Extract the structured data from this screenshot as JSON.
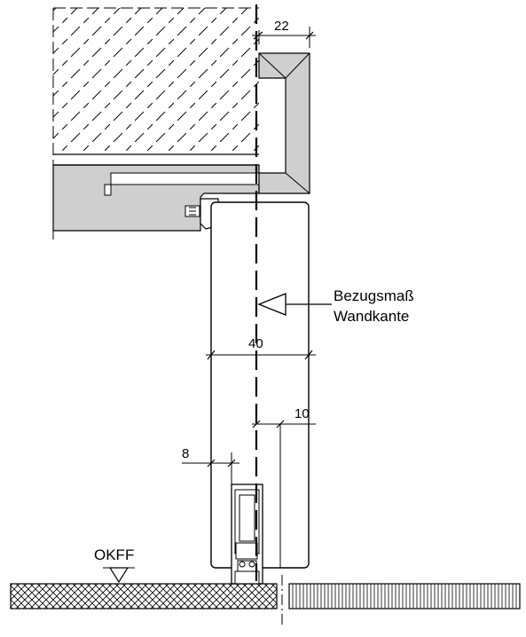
{
  "dimensions": {
    "top_offset": "22",
    "door_thickness": "40",
    "rail_offset": "10",
    "bottom_offset": "8"
  },
  "reference": {
    "line1": "Bezugsmaß",
    "line2": "Wandkante"
  },
  "floor": {
    "label": "OKFF"
  }
}
